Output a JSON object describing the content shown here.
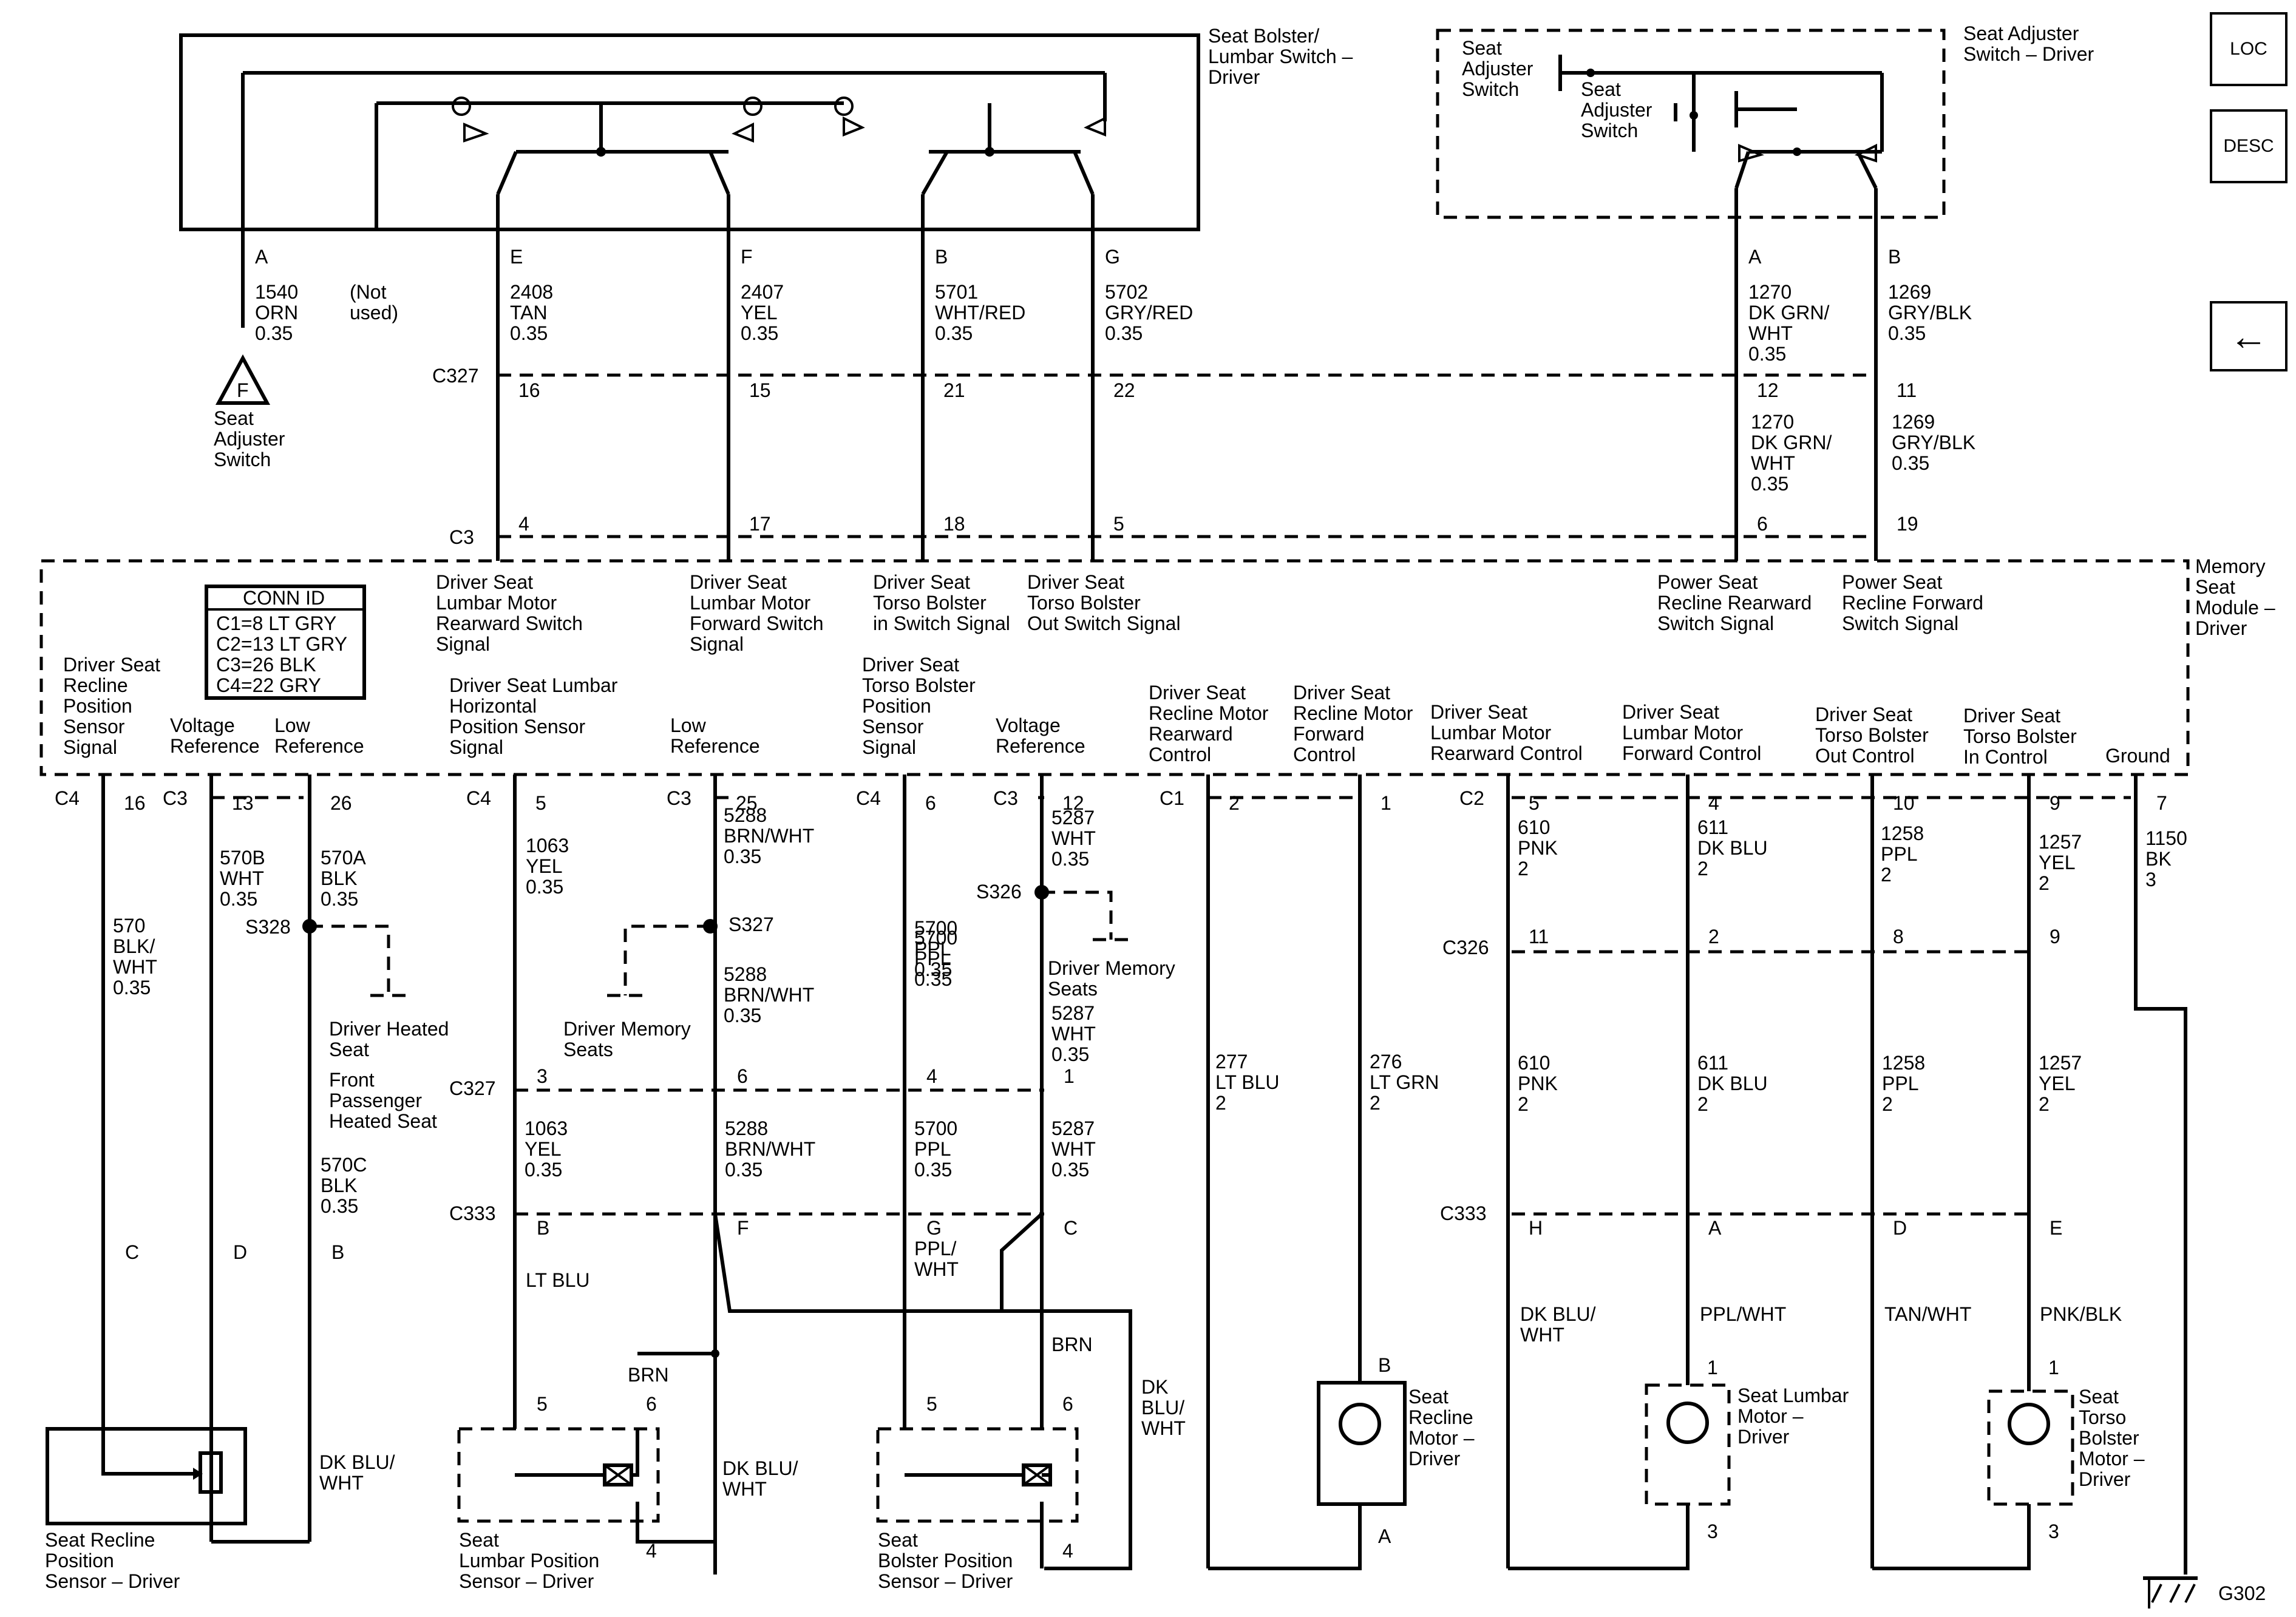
{
  "nav": {
    "loc": "LOC",
    "desc": "DESC",
    "back": "←"
  },
  "components": {
    "bolster_switch": [
      "Seat Bolster/",
      "Lumbar Switch –",
      "Driver"
    ],
    "adjuster_switch_driver": [
      "Seat Adjuster",
      "Switch – Driver"
    ],
    "adjuster_switch_inner1": [
      "Seat",
      "Adjuster",
      "Switch"
    ],
    "adjuster_switch_inner2": [
      "Seat",
      "Adjuster",
      "Switch"
    ],
    "memory_module": [
      "Memory",
      "Seat",
      "Module –",
      "Driver"
    ],
    "recline_sensor": [
      "Seat Recline",
      "Position",
      "Sensor – Driver"
    ],
    "lumbar_sensor": [
      "Seat",
      "Lumbar Position",
      "Sensor – Driver"
    ],
    "bolster_sensor": [
      "Seat",
      "Bolster Position",
      "Sensor – Driver"
    ],
    "recline_motor": [
      "Seat",
      "Recline",
      "Motor –",
      "Driver"
    ],
    "lumbar_motor": [
      "Seat Lumbar",
      "Motor –",
      "Driver"
    ],
    "torso_motor": [
      "Seat",
      "Torso",
      "Bolster",
      "Motor –",
      "Driver"
    ],
    "conn_id": {
      "title": "CONN ID",
      "rows": [
        "C1=8 LT GRY",
        "C2=13 LT GRY",
        "C3=26 BLK",
        "C4=22 GRY"
      ]
    }
  },
  "top_pins": [
    {
      "pin": "A",
      "wire": [
        "1540",
        "ORN",
        "0.35"
      ]
    },
    {
      "pin": "",
      "wire": [
        "(Not",
        "used)"
      ]
    },
    {
      "pin": "E",
      "wire": [
        "2408",
        "TAN",
        "0.35"
      ]
    },
    {
      "pin": "F",
      "wire": [
        "2407",
        "YEL",
        "0.35"
      ]
    },
    {
      "pin": "B",
      "wire": [
        "5701",
        "WHT/RED",
        "0.35"
      ]
    },
    {
      "pin": "G",
      "wire": [
        "5702",
        "GRY/RED",
        "0.35"
      ]
    },
    {
      "pin": "A",
      "wire": [
        "1270",
        "DK GRN/",
        "WHT",
        "0.35"
      ]
    },
    {
      "pin": "B",
      "wire": [
        "1269",
        "GRY/BLK",
        "0.35"
      ]
    }
  ],
  "ref_f": {
    "letter": "F",
    "label": [
      "Seat",
      "Adjuster",
      "Switch"
    ]
  },
  "c327_top": {
    "name": "C327",
    "pins": [
      "16",
      "15",
      "21",
      "22",
      "12",
      "11"
    ]
  },
  "mid_wires": [
    [
      "1270",
      "DK GRN/",
      "WHT",
      "0.35"
    ],
    [
      "1269",
      "GRY/BLK",
      "0.35"
    ]
  ],
  "c3_top": {
    "name": "C3",
    "pins": [
      "4",
      "17",
      "18",
      "5",
      "6",
      "19"
    ]
  },
  "module_signals_top": [
    [
      "Driver Seat",
      "Lumbar Motor",
      "Rearward Switch",
      "Signal"
    ],
    [
      "Driver Seat",
      "Lumbar Motor",
      "Forward Switch",
      "Signal"
    ],
    [
      "Driver Seat",
      "Torso Bolster",
      "in Switch Signal"
    ],
    [
      "Driver Seat",
      "Torso Bolster",
      "Out Switch Signal"
    ],
    [
      "Power Seat",
      "Recline Rearward",
      "Switch Signal"
    ],
    [
      "Power Seat",
      "Recline Forward",
      "Switch Signal"
    ]
  ],
  "module_signals_bottom": [
    [
      "Driver Seat",
      "Recline",
      "Position",
      "Sensor",
      "Signal"
    ],
    [
      "Voltage",
      "Reference"
    ],
    [
      "Low",
      "Reference"
    ],
    [
      "Driver Seat Lumbar",
      "Horizontal",
      "Position Sensor",
      "Signal"
    ],
    [
      "Low",
      "Reference"
    ],
    [
      "Driver Seat",
      "Torso Bolster",
      "Position",
      "Sensor",
      "Signal"
    ],
    [
      "Voltage",
      "Reference"
    ],
    [
      "Driver Seat",
      "Recline Motor",
      "Rearward",
      "Control"
    ],
    [
      "Driver Seat",
      "Recline Motor",
      "Forward",
      "Control"
    ],
    [
      "Driver Seat",
      "Lumbar Motor",
      "Rearward Control"
    ],
    [
      "Driver Seat",
      "Lumbar Motor",
      "Forward Control"
    ],
    [
      "Driver Seat",
      "Torso Bolster",
      "Out Control"
    ],
    [
      "Driver Seat",
      "Torso Bolster",
      "In Control"
    ],
    [
      "Ground"
    ]
  ],
  "module_pins": [
    {
      "conn": "C4",
      "pin": "16"
    },
    {
      "conn": "C3",
      "pin": "13"
    },
    {
      "conn": "",
      "pin": "26"
    },
    {
      "conn": "C4",
      "pin": "5"
    },
    {
      "conn": "C3",
      "pin": "25"
    },
    {
      "conn": "C4",
      "pin": "6"
    },
    {
      "conn": "C3",
      "pin": "12"
    },
    {
      "conn": "C1",
      "pin": "2"
    },
    {
      "conn": "",
      "pin": "1"
    },
    {
      "conn": "C2",
      "pin": "5"
    },
    {
      "conn": "",
      "pin": "4"
    },
    {
      "conn": "",
      "pin": "10"
    },
    {
      "conn": "",
      "pin": "9"
    },
    {
      "conn": "",
      "pin": "7"
    }
  ],
  "wires_upper": [
    [
      "570",
      "BLK/",
      "WHT",
      "0.35"
    ],
    [
      "570B",
      "WHT",
      "0.35"
    ],
    [
      "570A",
      "BLK",
      "0.35"
    ],
    [
      "1063",
      "YEL",
      "0.35"
    ],
    [
      "5288",
      "BRN/WHT",
      "0.35"
    ],
    [
      "5700",
      "PPL",
      "0.35"
    ],
    [
      "5287",
      "WHT",
      "0.35"
    ],
    [
      "277",
      "LT BLU",
      "2"
    ],
    [
      "276",
      "LT GRN",
      "2"
    ],
    [
      "610",
      "PNK",
      "2"
    ],
    [
      "611",
      "DK BLU",
      "2"
    ],
    [
      "1258",
      "PPL",
      "2"
    ],
    [
      "1257",
      "YEL",
      "2"
    ],
    [
      "1150",
      "BK",
      "3"
    ]
  ],
  "splices": {
    "s328": "S328",
    "s327": "S327",
    "s326": "S326",
    "heated": [
      "Driver Heated",
      "Seat"
    ],
    "front_pass": [
      "Front",
      "Passenger",
      "Heated Seat"
    ],
    "memory1": [
      "Driver Memory",
      "Seats"
    ],
    "memory2": [
      "Driver Memory",
      "Seats"
    ],
    "w570c": [
      "570C",
      "BLK",
      "0.35"
    ],
    "w5288b": [
      "5288",
      "BRN/WHT",
      "0.35"
    ],
    "w5700b": [
      "5700",
      "PPL",
      "0.35"
    ],
    "w5287b": [
      "5287",
      "WHT",
      "0.35"
    ]
  },
  "c326": {
    "name": "C326",
    "pins": [
      "11",
      "2",
      "8",
      "9"
    ]
  },
  "c326_wires": [
    [
      "610",
      "PNK",
      "2"
    ],
    [
      "611",
      "DK BLU",
      "2"
    ],
    [
      "1258",
      "PPL",
      "2"
    ],
    [
      "1257",
      "YEL",
      "2"
    ]
  ],
  "c327_mid": {
    "name": "C327",
    "pins": [
      "3",
      "6",
      "4",
      "1"
    ]
  },
  "c327_mid_wires": [
    [
      "1063",
      "YEL",
      "0.35"
    ],
    [
      "5288",
      "BRN/WHT",
      "0.35"
    ],
    [
      "5700",
      "PPL",
      "0.35"
    ],
    [
      "5287",
      "WHT",
      "0.35"
    ]
  ],
  "c333": {
    "name": "C333",
    "pins_left": [
      "B",
      "F",
      "G",
      "C"
    ],
    "pins_right": [
      "H",
      "A",
      "D",
      "E"
    ]
  },
  "lower_pins": [
    "C",
    "D",
    "B"
  ],
  "lower_wires": {
    "ltblu": "LT BLU",
    "pplwht": [
      "PPL/",
      "WHT"
    ],
    "brn1": "BRN",
    "brn2": "BRN",
    "dkbluwht_r": [
      "DK BLU/",
      "WHT"
    ],
    "dkbluwht_m": [
      "DK BLU/",
      "WHT"
    ],
    "dkbluwht_b": [
      "DK",
      "BLU/",
      "WHT"
    ],
    "dkbluwht_h": [
      "DK BLU/",
      "WHT"
    ],
    "pplwht_a": "PPL/WHT",
    "tanwht": "TAN/WHT",
    "pnkblk": "PNK/BLK"
  },
  "sensor_pins": {
    "lumbar": [
      "5",
      "6",
      "4"
    ],
    "bolster": [
      "5",
      "6",
      "4"
    ]
  },
  "motor_pins": {
    "recline": [
      "B",
      "A"
    ],
    "lumbar": [
      "1",
      "3"
    ],
    "torso": [
      "1",
      "3"
    ]
  },
  "ground": "G302"
}
